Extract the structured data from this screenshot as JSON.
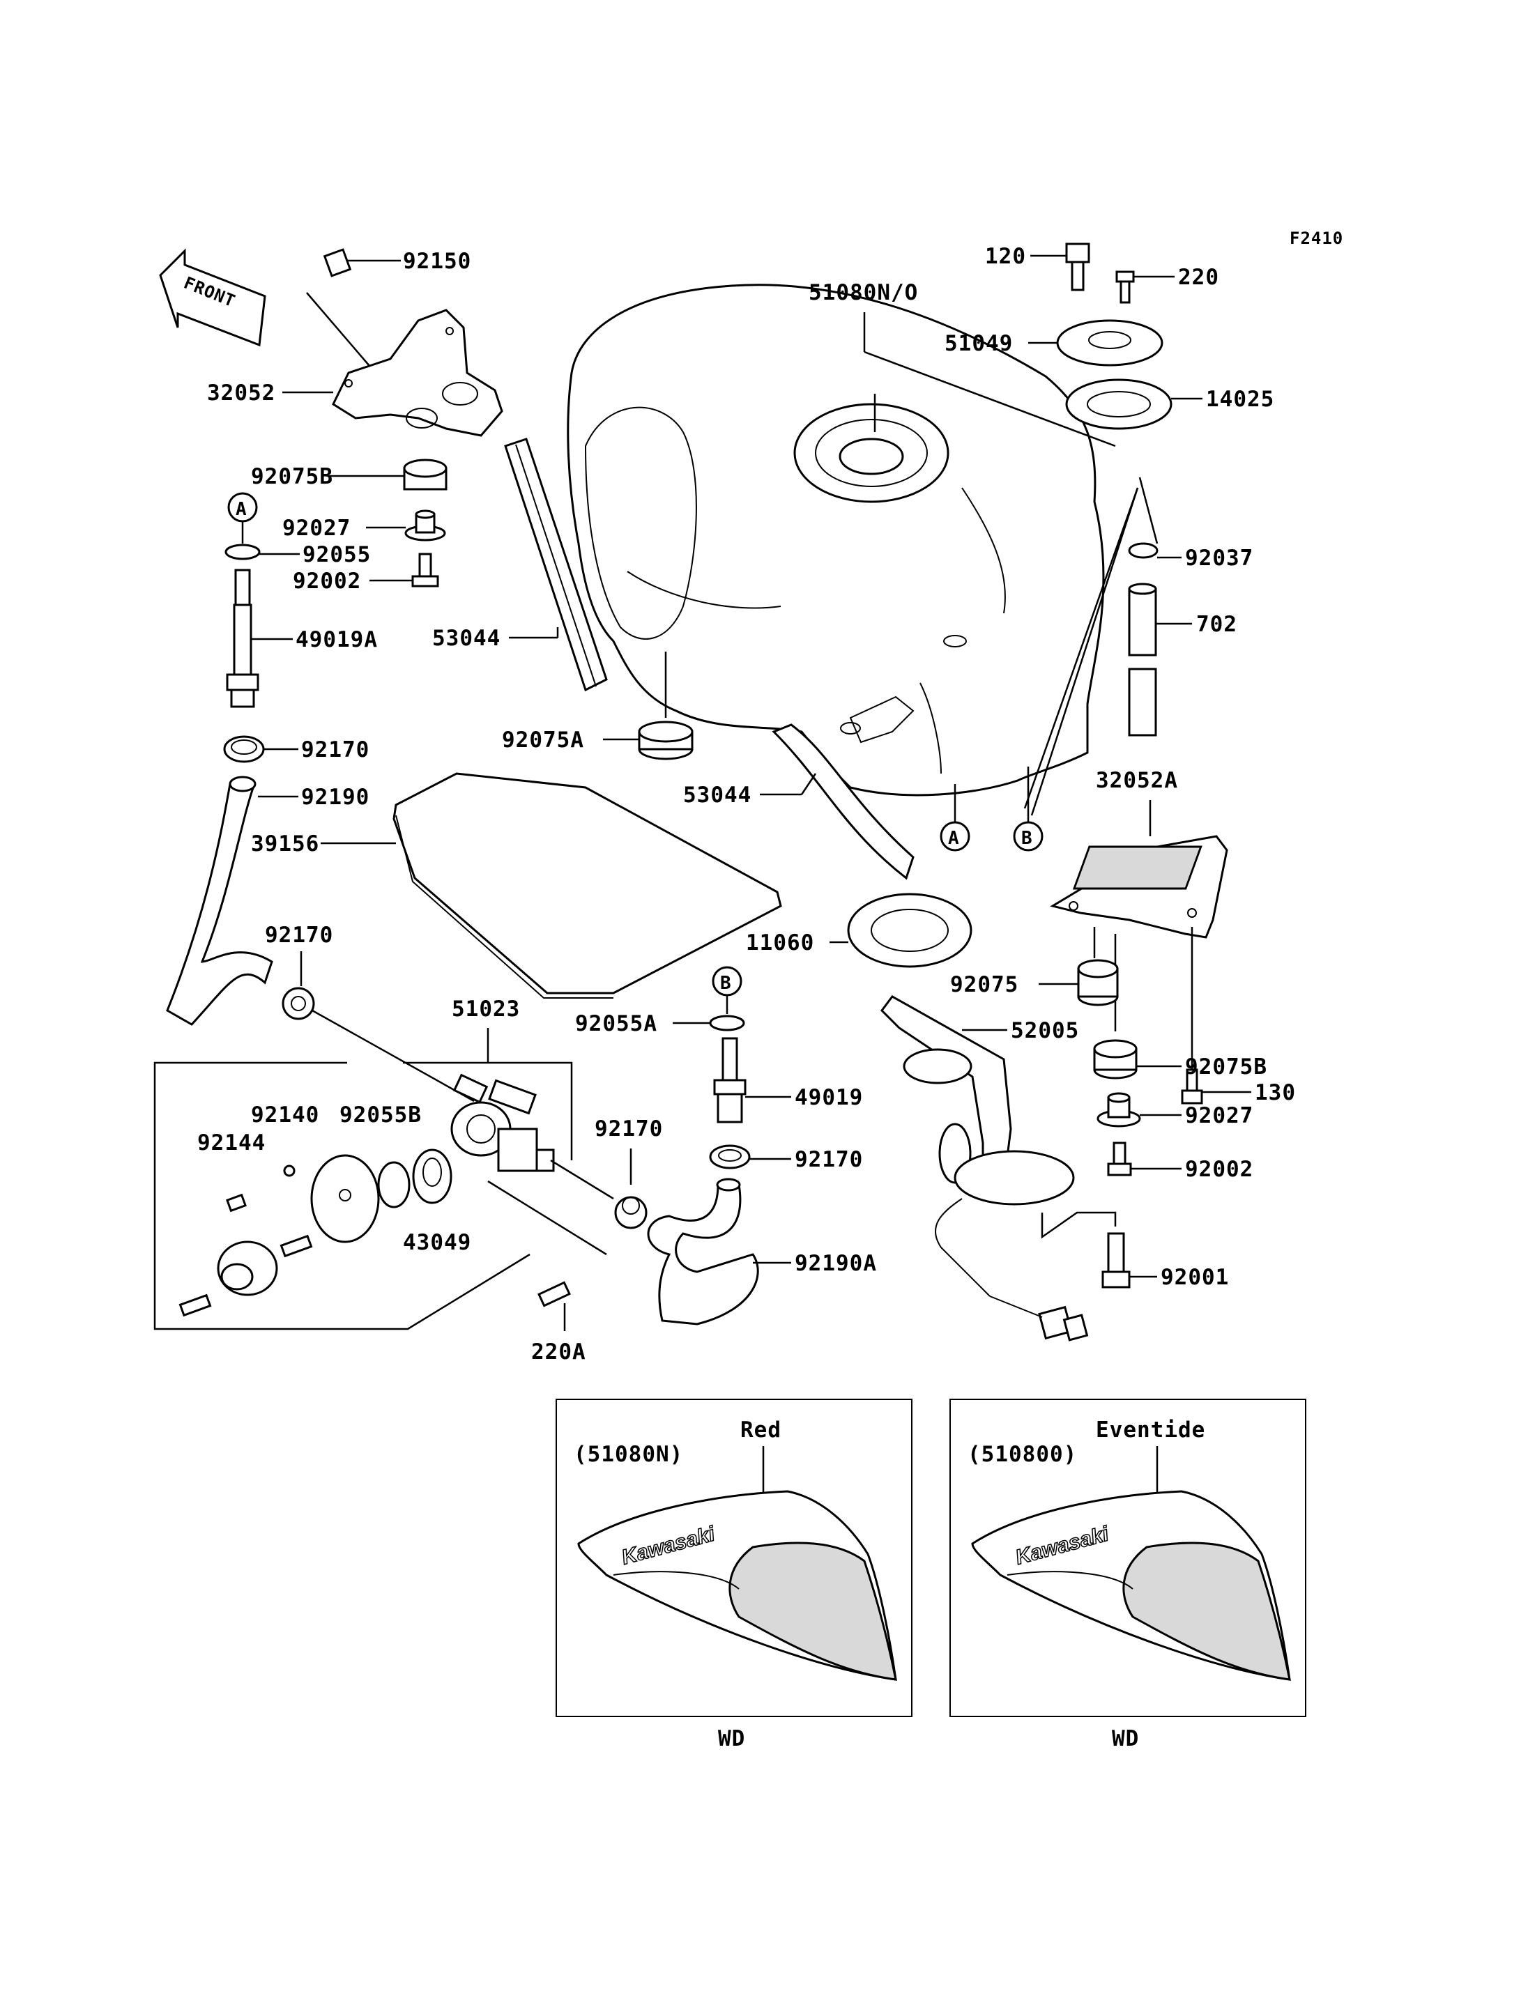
{
  "figure_id": "F2410",
  "front_label": "FRONT",
  "callouts": {
    "c92150": "92150",
    "c32052": "32052",
    "c92075B": "92075B",
    "c92027": "92027",
    "c92055": "92055",
    "c92002": "92002",
    "c49019A": "49019A",
    "c92170a": "92170",
    "c92190": "92190",
    "c39156": "39156",
    "c92170b": "92170",
    "c51023": "51023",
    "c92140": "92140",
    "c92055B": "92055B",
    "c92144": "92144",
    "c43049": "43049",
    "c220A": "220A",
    "c53044a": "53044",
    "c92075A": "92075A",
    "c53044b": "53044",
    "c51080": "51080N/O",
    "c120": "120",
    "c220": "220",
    "c51049": "51049",
    "c14025": "14025",
    "c92037": "92037",
    "c702": "702",
    "c32052A": "32052A",
    "c11060": "11060",
    "c92075": "92075",
    "c130": "130",
    "c92055A": "92055A",
    "c52005": "52005",
    "c49019": "49019",
    "c92075B2": "92075B",
    "c92170c": "92170",
    "c92170d": "92170",
    "c92027b": "92027",
    "c92002b": "92002",
    "c92190A": "92190A",
    "c92001": "92001"
  },
  "markers": {
    "A": "A",
    "B": "B"
  },
  "color_variants": [
    {
      "code": "(51080N)",
      "color": "Red",
      "brand": "Kawasaki",
      "suffix": "WD"
    },
    {
      "code": "(510800)",
      "color": "Eventide",
      "brand": "Kawasaki",
      "suffix": "WD"
    }
  ]
}
